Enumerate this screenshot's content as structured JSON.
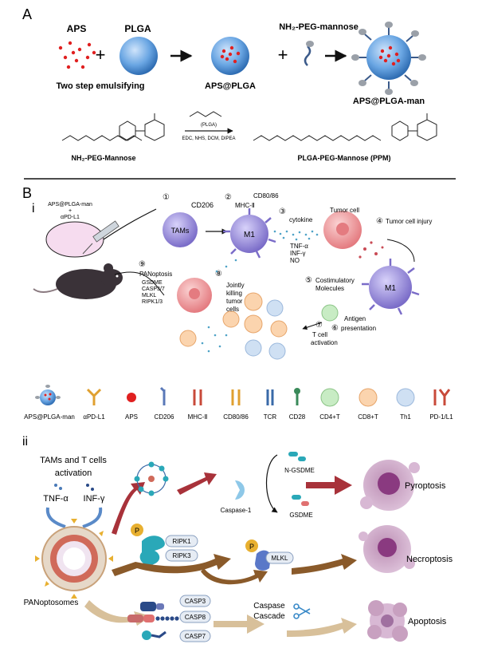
{
  "panelA": {
    "label": "A",
    "aps": "APS",
    "plga": "PLGA",
    "peg_mannose": "NH₂-PEG-mannose",
    "two_step": "Two step emulsifying",
    "aps_plga": "APS@PLGA",
    "aps_plga_man": "APS@PLGA-man",
    "plus": "+",
    "reaction": {
      "reactant": "NH₂-PEG-Mannose",
      "catalyst_top": "(PLGA)",
      "catalyst_bottom": "EDC, NHS, DCM, DIPEA",
      "product": "PLGA-PEG-Mannose (PPM)"
    }
  },
  "panelB": {
    "label": "B",
    "sub_i": "i",
    "sub_ii": "ii",
    "injection": [
      "APS@PLGA-man",
      "+",
      "αPD-L1"
    ],
    "steps": {
      "s1": "①",
      "s2": "②",
      "s3": "③",
      "s4": "④",
      "s5": "⑤",
      "s6": "⑥",
      "s7": "⑦",
      "s8": "⑧",
      "s9": "⑨"
    },
    "labels": {
      "cd206": "CD206",
      "tams": "TAMs",
      "mhc": "MHC-Ⅱ",
      "cd8086": "CD80/86",
      "m1": "M1",
      "cytokine": "cytokine",
      "tnf": "TNF-α",
      "inf": "INF-γ",
      "no": "NO",
      "tumor_cell": "Tumor cell",
      "tumor_injury": "Tumor cell injury",
      "costim1": "Costimulatory",
      "costim2": "Molecules",
      "m1b": "M1",
      "antigen1": "Antigen",
      "antigen2": "presentation",
      "tcell1": "T cell",
      "tcell2": "activation",
      "jointly1": "Jointly",
      "jointly2": "killing",
      "jointly3": "tumor",
      "jointly4": "cells",
      "panoptosis": "PANoptosis",
      "gsdme": "GSDME",
      "casp": "CASP3/7",
      "mlkl": "MLKL",
      "ripk": "RIPK1/3"
    },
    "legend": [
      "APS@PLGA-man",
      "αPD-L1",
      "APS",
      "CD206",
      "MHC-Ⅱ",
      "CD80/86",
      "TCR",
      "CD28",
      "CD4+T",
      "CD8+T",
      "Th1",
      "PD-1/L1"
    ],
    "ii": {
      "title1": "TAMs and T cells",
      "title2": "activation",
      "tnf": "TNF-α",
      "inf": "INF-γ",
      "panoptosomes": "PANoptosomes",
      "caspase1": "Caspase-1",
      "ngsdme": "N-GSDME",
      "gsdme": "GSDME",
      "pyroptosis": "Pyroptosis",
      "p": "P",
      "ripk1": "RIPK1",
      "ripk3": "RIPK3",
      "mlkl": "MLKL",
      "necroptosis": "Necroptosis",
      "casp3": "CASP3",
      "casp8": "CASP8",
      "casp7": "CASP7",
      "caspase_cascade1": "Caspase",
      "caspase_cascade2": "Cascade",
      "apoptosis": "Apoptosis"
    }
  },
  "colors": {
    "sphere_blue": "#5b9bd5",
    "aps_red": "#e02020",
    "m1_purple": "#8b7fd6",
    "tumor_pink": "#f0a0a0",
    "arrow_red": "#a8323a",
    "arrow_brown": "#8a5a2a",
    "arrow_tan": "#d8c09a"
  }
}
